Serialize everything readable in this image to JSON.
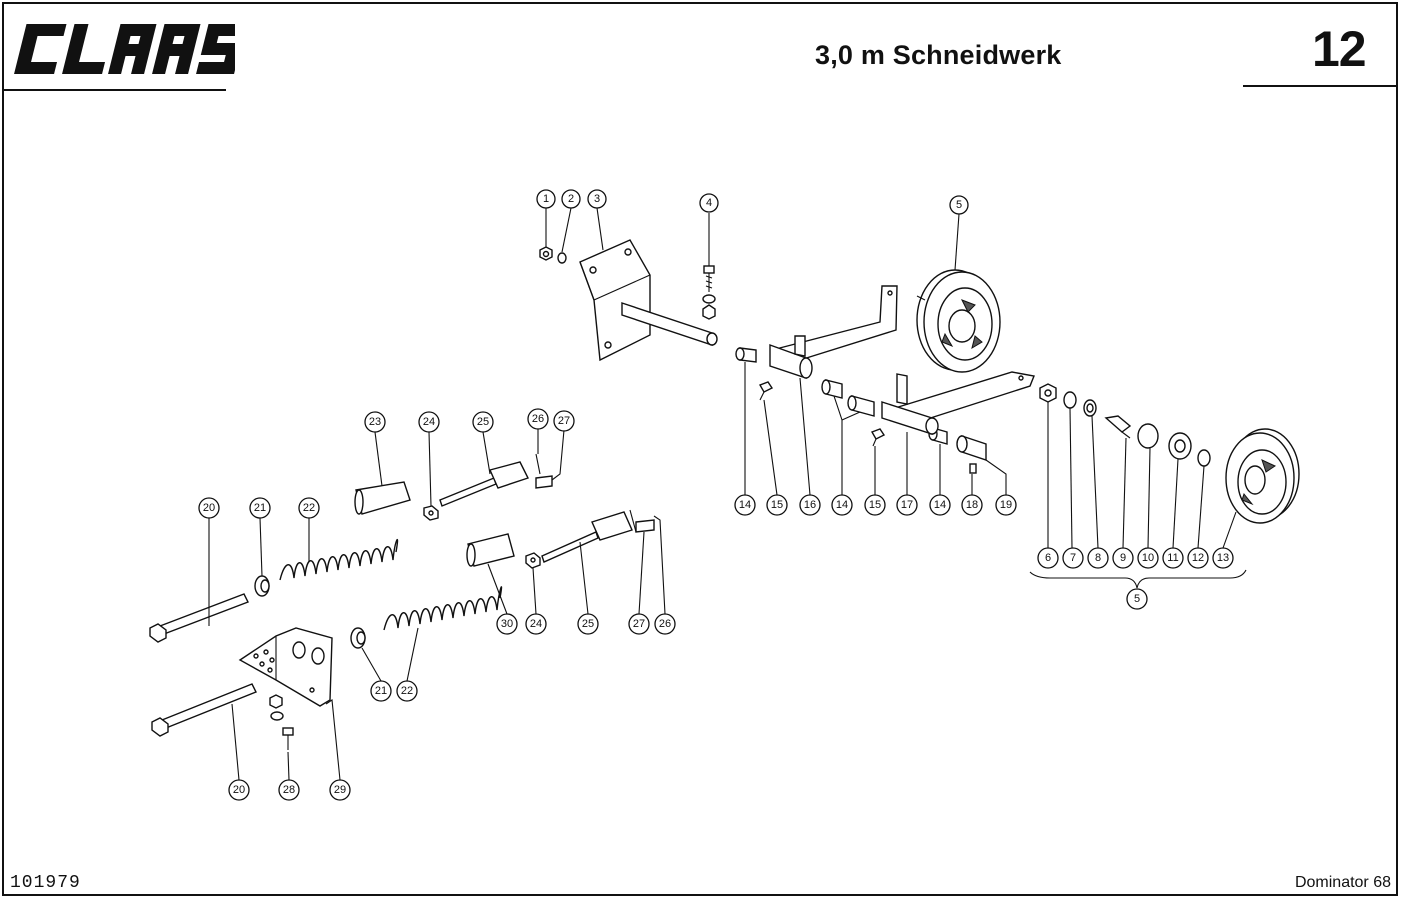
{
  "header": {
    "brand": "CLAAS",
    "title": "3,0 m Schneidwerk",
    "page_number": "12"
  },
  "footer": {
    "document_id": "101979",
    "model": "Dominator 68"
  },
  "callouts": [
    "1",
    "2",
    "3",
    "4",
    "5",
    "14",
    "15",
    "16",
    "14",
    "15",
    "17",
    "14",
    "18",
    "19",
    "6",
    "7",
    "8",
    "9",
    "10",
    "11",
    "12",
    "13",
    "5",
    "23",
    "24",
    "25",
    "26",
    "27",
    "20",
    "21",
    "22",
    "30",
    "24",
    "25",
    "27",
    "26",
    "21",
    "22",
    "20",
    "28",
    "29"
  ]
}
